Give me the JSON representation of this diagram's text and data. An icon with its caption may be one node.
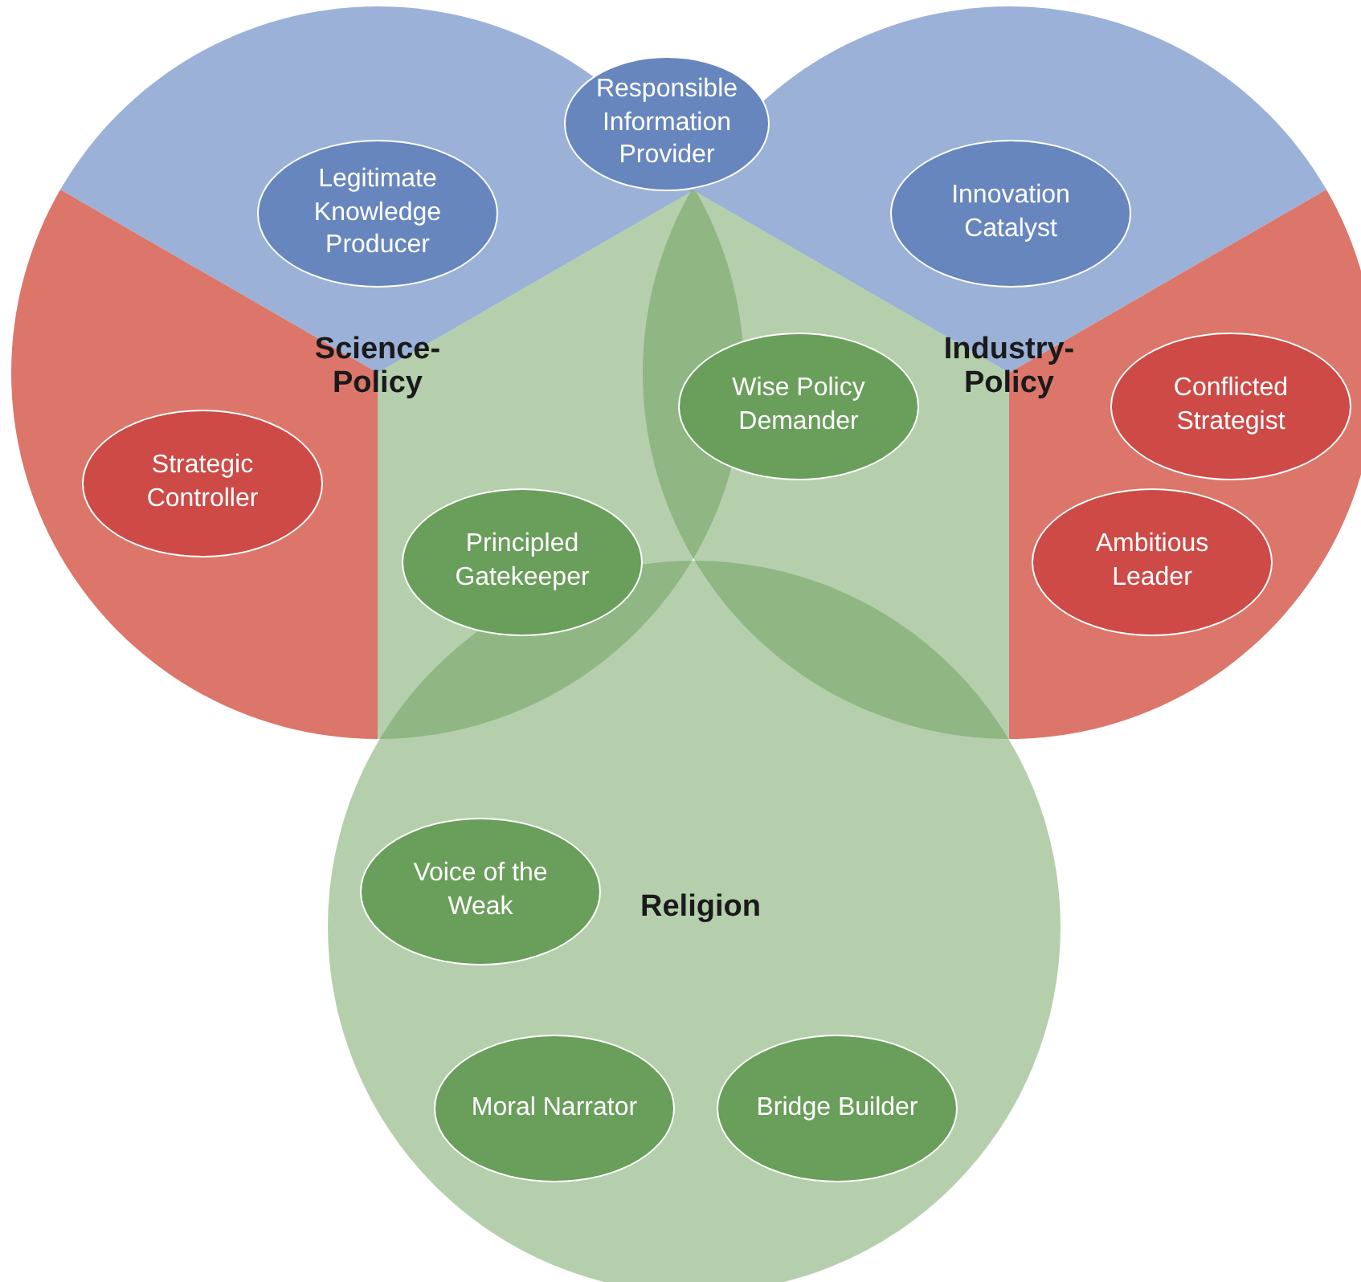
{
  "diagram": {
    "nodes": [
      {
        "text": [
          "Science-Policy"
        ]
      },
      {
        "text": [
          "Industry-Policy"
        ]
      },
      {
        "text": [
          "Religion"
        ]
      },
      {
        "text": [
          "Responsible Information Provider"
        ]
      },
      {
        "text": [
          "Legitimate Knowledge Producer"
        ],
        "in": 0
      },
      {
        "text": [
          "Innovation Catalyst"
        ],
        "in": 1
      },
      {
        "text": [
          "Strategic Controller"
        ],
        "in": 0
      },
      {
        "text": [
          "Wise Policy Demander"
        ],
        "in": 1
      },
      {
        "text": [
          "Conflicted Strategist"
        ],
        "in": 1
      },
      {
        "text": [
          "Principled Gatekeeper"
        ],
        "in": 0
      },
      {
        "text": [
          "Ambitious Leader"
        ],
        "in": 1
      },
      {
        "text": [
          "Voice of the Weak"
        ],
        "in": 2
      },
      {
        "text": [
          "Moral Narrator"
        ],
        "in": 2
      },
      {
        "text": [
          "Bridge Builder"
        ],
        "in": 2
      }
    ],
    "edges": []
  }
}
